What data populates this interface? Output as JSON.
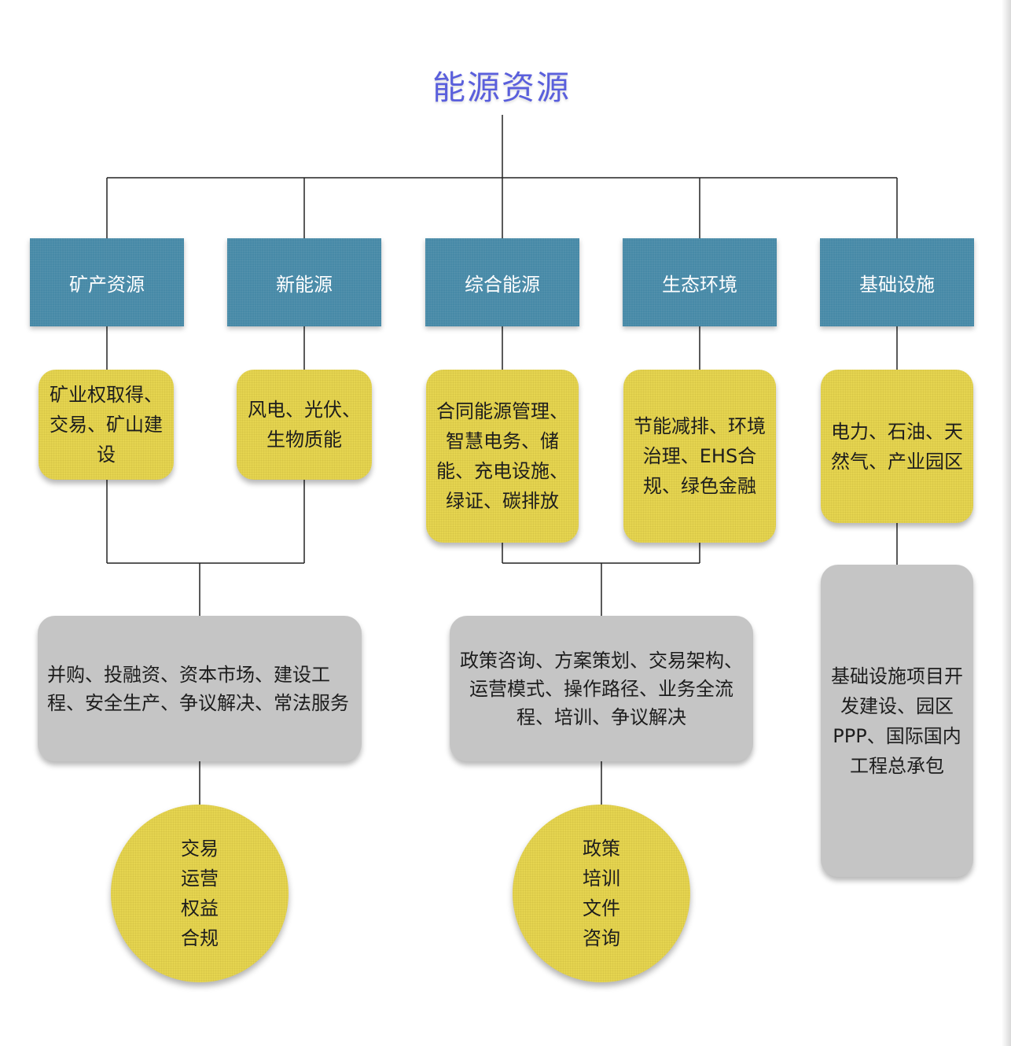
{
  "title": "能源资源",
  "categories": [
    {
      "label": "矿产资源"
    },
    {
      "label": "新能源"
    },
    {
      "label": "综合能源"
    },
    {
      "label": "生态环境"
    },
    {
      "label": "基础设施"
    }
  ],
  "subareas": [
    {
      "text": "矿业权取得、交易、矿山建设"
    },
    {
      "text": "风电、光伏、生物质能"
    },
    {
      "text": "合同能源管理、智慧电务、储能、充电设施、绿证、碳排放"
    },
    {
      "text": "节能减排、环境治理、EHS合规、绿色金融"
    },
    {
      "text": "电力、石油、天然气、产业园区"
    }
  ],
  "services": [
    {
      "text": "并购、投融资、资本市场、建设工程、安全生产、争议解决、常法服务"
    },
    {
      "text": "政策咨询、方案策划、交易架构、运营模式、操作路径、业务全流程、培训、争议解决"
    },
    {
      "text": "基础设施项目开发建设、园区PPP、国际国内工程总承包"
    }
  ],
  "focus": [
    {
      "lines": [
        "交易",
        "运营",
        "权益",
        "合规"
      ]
    },
    {
      "lines": [
        "政策",
        "培训",
        "文件",
        "咨询"
      ]
    }
  ]
}
